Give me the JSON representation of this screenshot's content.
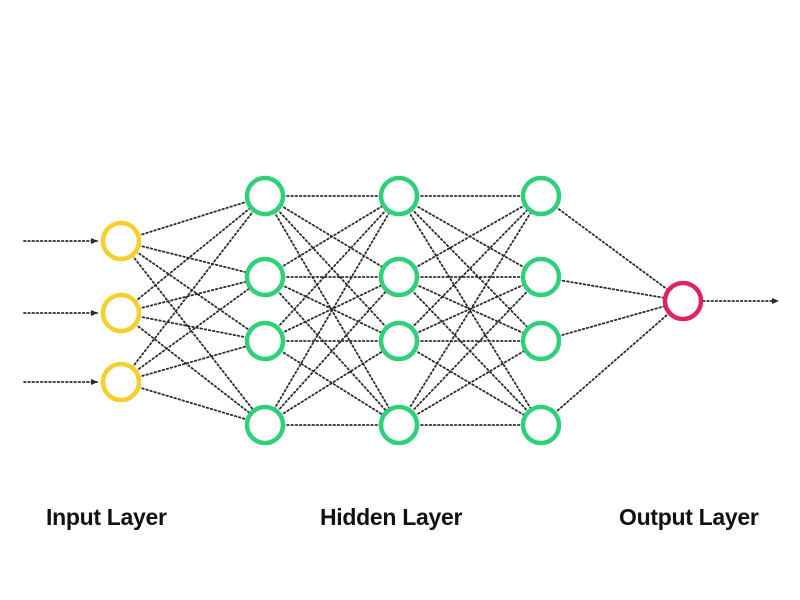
{
  "labels": {
    "input": "Input Layer",
    "hidden": "Hidden Layer",
    "output": "Output Layer"
  },
  "colors": {
    "input_node": "#f5cf2c",
    "hidden_node": "#2fd07a",
    "output_node": "#e0235f",
    "edge": "#2b2b2b"
  },
  "network": {
    "input_nodes": 3,
    "hidden_layers": [
      4,
      4,
      4
    ],
    "output_nodes": 1,
    "incoming_arrows": 3,
    "outgoing_arrows": 1
  }
}
